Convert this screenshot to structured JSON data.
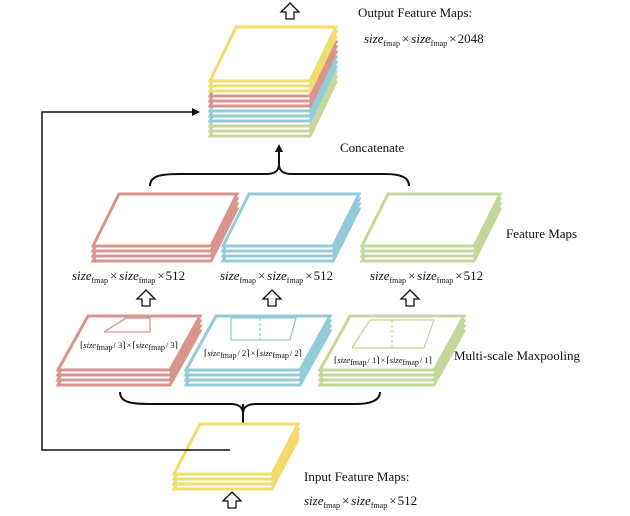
{
  "colors": {
    "input": "#f2dc6e",
    "red": "#d9958d",
    "blue": "#94cbd9",
    "green": "#c6d79e",
    "line": "#111111"
  },
  "labels": {
    "output_title": "Output Feature Maps:",
    "concatenate": "Concatenate",
    "feature_maps": "Feature Maps",
    "multiscale": "Multi-scale Maxpooling",
    "input_title": "Input Feature Maps:"
  },
  "formula": {
    "size": "size",
    "fmap": "fmap",
    "times": "×",
    "output_channels": "2048",
    "branch_channels": "512",
    "input_channels": "512"
  },
  "pooling": {
    "left_bracket": "⌈",
    "right_bracket": "⌉",
    "branches": [
      {
        "divisor": "/ 3"
      },
      {
        "divisor": "/ 2"
      },
      {
        "divisor": "/ 1"
      }
    ]
  },
  "icons": [
    "up-arrow-icon"
  ]
}
